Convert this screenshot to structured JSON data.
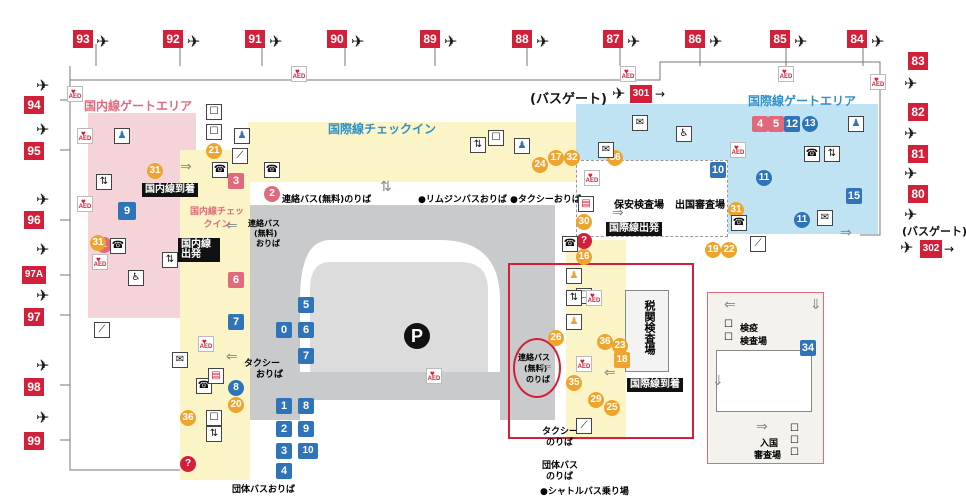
{
  "colors": {
    "gate_red": "#d3203a",
    "domestic_area": "#f4d3d9",
    "international_area": "#bfe3f3",
    "checkin_area": "#fbf4c6",
    "road_gray": "#c9cacb",
    "lot_gray": "#dcdcdd",
    "number_blue": "#2f73b8",
    "number_orange": "#efa52d",
    "highlight_red": "#d3203a"
  },
  "gates": {
    "top": [
      "93",
      "92",
      "91",
      "90",
      "89",
      "88",
      "87",
      "86",
      "85",
      "84"
    ],
    "left": [
      "94",
      "95",
      "96",
      "97A",
      "97",
      "98",
      "99"
    ],
    "right": [
      "83",
      "82",
      "81",
      "80"
    ],
    "bus_gate_301": "301",
    "bus_gate_302": "302"
  },
  "labels": {
    "bus_gate_left": "(バスゲート)",
    "bus_gate_right": "(バスゲート)",
    "domestic_gate_area": "国内線ゲートエリア",
    "international_gate_area": "国際線ゲートエリア",
    "international_checkin": "国際線チェックイン",
    "domestic_arrival": "国内線到着",
    "domestic_checkin": "国内線チェックイン",
    "domestic_departure": "国内線出発",
    "international_departure": "国際線出発",
    "international_arrival": "国際線到着",
    "security": "保安検査場",
    "emigration": "出国審査場",
    "customs": "税関検査場",
    "shuttle_bus_free_stop": "連絡バス(無料)のりば",
    "limousine_bus": "●リムジンバスおりば",
    "taxi_drop": "●タクシーおりば",
    "renraku_bus_left": "連絡バス",
    "renraku_bus_left_sub": "(無料)",
    "renraku_bus_left_sub2": "おりば",
    "taxi_left": "タクシー",
    "taxi_left_sub": "おりば",
    "renraku_bus_circle": "連絡バス",
    "renraku_bus_circle_sub": "(無料)",
    "renraku_bus_circle_sub2": "のりば",
    "taxi_right": "タクシー",
    "taxi_right_sub": "のりば",
    "group_bus_right": "団体バス",
    "group_bus_right_sub": "のりば",
    "shuttle_bus": "●シャトルバス乗り場",
    "group_bus_bottom": "団体バスおりば",
    "quarantine": "検疫",
    "quarantine_hall": "検査場",
    "immigration": "入国",
    "immigration_hall": "審査場",
    "parking": "P"
  },
  "parking_numbers": [
    "0",
    "5",
    "6",
    "7",
    "1",
    "8",
    "2",
    "9",
    "3",
    "10",
    "4"
  ]
}
